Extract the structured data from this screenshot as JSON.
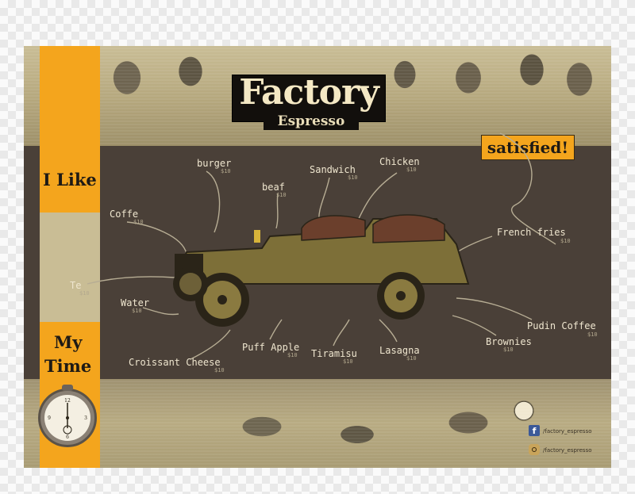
{
  "brand": {
    "title": "Factory",
    "subtitle": "Espresso"
  },
  "tagline": {
    "satisfied": "satisfied!",
    "i_like": "I Like",
    "my": "My",
    "time": "Time"
  },
  "menu": [
    {
      "name": "burger",
      "price": "$10"
    },
    {
      "name": "beaf",
      "price": "$10"
    },
    {
      "name": "Sandwich",
      "price": "$10"
    },
    {
      "name": "Chicken",
      "price": "$10"
    },
    {
      "name": "Coffe",
      "price": "$10"
    },
    {
      "name": "French fries",
      "price": "$10"
    },
    {
      "name": "Te",
      "price": "$10"
    },
    {
      "name": "Water",
      "price": "$10"
    },
    {
      "name": "Pudin Coffee",
      "price": "$10"
    },
    {
      "name": "Brownies",
      "price": "$10"
    },
    {
      "name": "Croissant Cheese",
      "price": "$10"
    },
    {
      "name": "Puff Apple",
      "price": "$10"
    },
    {
      "name": "Tiramisu",
      "price": "$10"
    },
    {
      "name": "Lasagna",
      "price": "$10"
    }
  ],
  "social": {
    "facebook": "/factory_espresso",
    "instagram": "/factory_espresso"
  },
  "colors": {
    "accent": "#f4a51d",
    "band": "#4a4038",
    "paper": "#cfc39a"
  }
}
